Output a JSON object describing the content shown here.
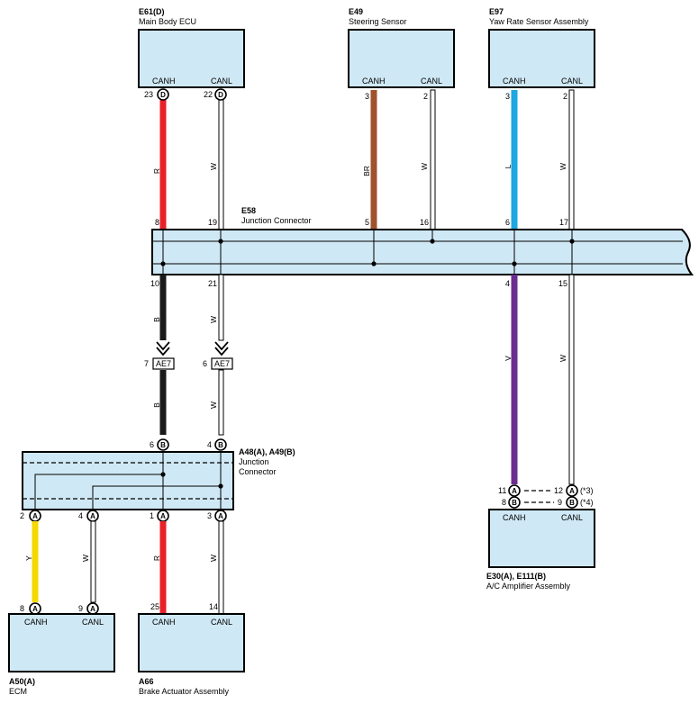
{
  "components": {
    "e61": {
      "code": "E61(D)",
      "name": "Main Body ECU",
      "canh": "CANH",
      "canl": "CANL",
      "pin_h": "23",
      "pin_l": "22",
      "ring_h": "D",
      "ring_l": "D"
    },
    "e49": {
      "code": "E49",
      "name": "Steering Sensor",
      "canh": "CANH",
      "canl": "CANL",
      "pin_h": "3",
      "pin_l": "2"
    },
    "e97": {
      "code": "E97",
      "name": "Yaw Rate Sensor Assembly",
      "canh": "CANH",
      "canl": "CANL",
      "pin_h": "3",
      "pin_l": "2"
    },
    "e58": {
      "code": "E58",
      "name": "Junction Connector",
      "pins_top": [
        "8",
        "19",
        "5",
        "16",
        "6",
        "17"
      ],
      "pins_bottom": [
        "10",
        "21",
        "4",
        "15"
      ]
    },
    "ae7": {
      "label": "AE7",
      "pin_b": "7",
      "pin_w": "6"
    },
    "a48": {
      "code": "A48(A), A49(B)",
      "name_line1": "Junction",
      "name_line2": "Connector",
      "pin_top_b": "6",
      "pin_top_w": "4",
      "ring_top": "B",
      "pins_bottom": [
        "2",
        "4",
        "1",
        "3"
      ],
      "ring_bottom": "A"
    },
    "a50": {
      "code": "A50(A)",
      "name": "ECM",
      "canh": "CANH",
      "canl": "CANL",
      "pin_h": "8",
      "pin_l": "9",
      "ring": "A"
    },
    "a66": {
      "code": "A66",
      "name": "Brake Actuator Assembly",
      "canh": "CANH",
      "canl": "CANL",
      "pin_h": "25",
      "pin_l": "14"
    },
    "e30": {
      "code": "E30(A), E111(B)",
      "name": "A/C Amplifier Assembly",
      "canh": "CANH",
      "canl": "CANL",
      "pin_11": "11",
      "ring_11": "A",
      "pin_8": "8",
      "ring_8": "B",
      "pin_12": "12",
      "ring_12": "A",
      "note_12": "(*3)",
      "pin_9": "9",
      "ring_9": "B",
      "note_9": "(*4)"
    }
  },
  "wire_labels": {
    "r": "R",
    "w": "W",
    "br": "BR",
    "l": "L",
    "b": "B",
    "v": "V",
    "y": "Y"
  },
  "wire_colors": {
    "red": "#e8202a",
    "white": "#ffffff",
    "brown": "#a0522d",
    "blue": "#1ea7e1",
    "black": "#1a1a1a",
    "violet": "#6a2c91",
    "yellow": "#f5d800",
    "box_fill": "#cfe8f5"
  }
}
